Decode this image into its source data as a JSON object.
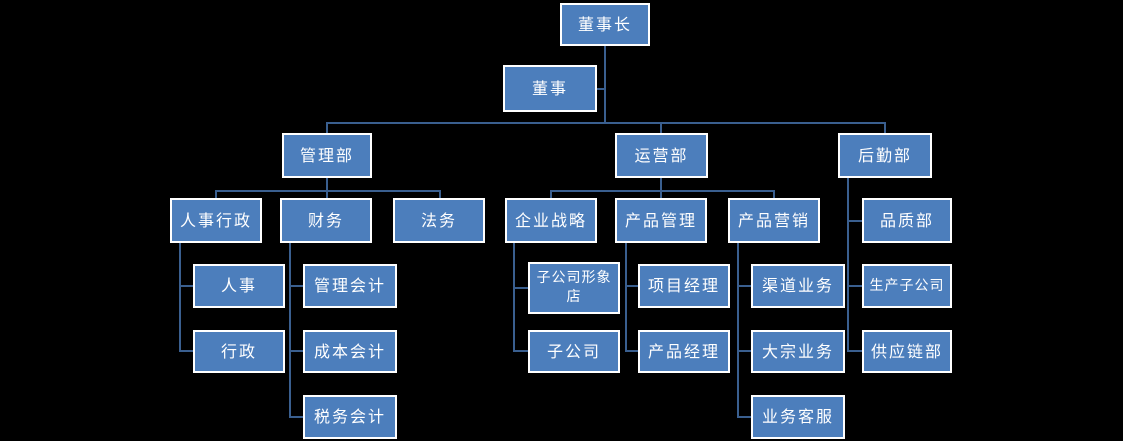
{
  "diagram": {
    "type": "org-chart",
    "description_visible_text_only": true
  },
  "colors": {
    "background": "#000000",
    "node_fill": "#4C7EBC",
    "node_border": "#FFFFFF",
    "node_text": "#FFFFFF",
    "connector": "#3A5F8F"
  },
  "nodes": [
    {
      "id": "chairman",
      "label": "董事长",
      "parent": null
    },
    {
      "id": "director",
      "label": "董事",
      "parent": "chairman"
    },
    {
      "id": "management-dept",
      "label": "管理部",
      "parent": "chairman"
    },
    {
      "id": "operations-dept",
      "label": "运营部",
      "parent": "chairman"
    },
    {
      "id": "logistics-dept",
      "label": "后勤部",
      "parent": "chairman"
    },
    {
      "id": "hr-admin",
      "label": "人事行政",
      "parent": "management-dept"
    },
    {
      "id": "finance",
      "label": "财务",
      "parent": "management-dept"
    },
    {
      "id": "legal",
      "label": "法务",
      "parent": "management-dept"
    },
    {
      "id": "corporate-strategy",
      "label": "企业战略",
      "parent": "operations-dept"
    },
    {
      "id": "product-management",
      "label": "产品管理",
      "parent": "operations-dept"
    },
    {
      "id": "product-marketing",
      "label": "产品营销",
      "parent": "operations-dept"
    },
    {
      "id": "quality-dept",
      "label": "品质部",
      "parent": "logistics-dept"
    },
    {
      "id": "hr",
      "label": "人事",
      "parent": "hr-admin"
    },
    {
      "id": "admin",
      "label": "行政",
      "parent": "hr-admin"
    },
    {
      "id": "management-accounting",
      "label": "管理会计",
      "parent": "finance"
    },
    {
      "id": "cost-accounting",
      "label": "成本会计",
      "parent": "finance"
    },
    {
      "id": "tax-accounting",
      "label": "税务会计",
      "parent": "finance"
    },
    {
      "id": "subsidiary-image-store",
      "label": "子公司形象店",
      "parent": "corporate-strategy"
    },
    {
      "id": "subsidiary",
      "label": "子公司",
      "parent": "corporate-strategy"
    },
    {
      "id": "project-manager",
      "label": "项目经理",
      "parent": "product-management"
    },
    {
      "id": "product-manager",
      "label": "产品经理",
      "parent": "product-management"
    },
    {
      "id": "channel-business",
      "label": "渠道业务",
      "parent": "product-marketing"
    },
    {
      "id": "bulk-business",
      "label": "大宗业务",
      "parent": "product-marketing"
    },
    {
      "id": "business-customer-service",
      "label": "业务客服",
      "parent": "product-marketing"
    },
    {
      "id": "production-subsidiary",
      "label": "生产子公司",
      "parent": "logistics-dept"
    },
    {
      "id": "supply-chain-dept",
      "label": "供应链部",
      "parent": "logistics-dept"
    }
  ]
}
